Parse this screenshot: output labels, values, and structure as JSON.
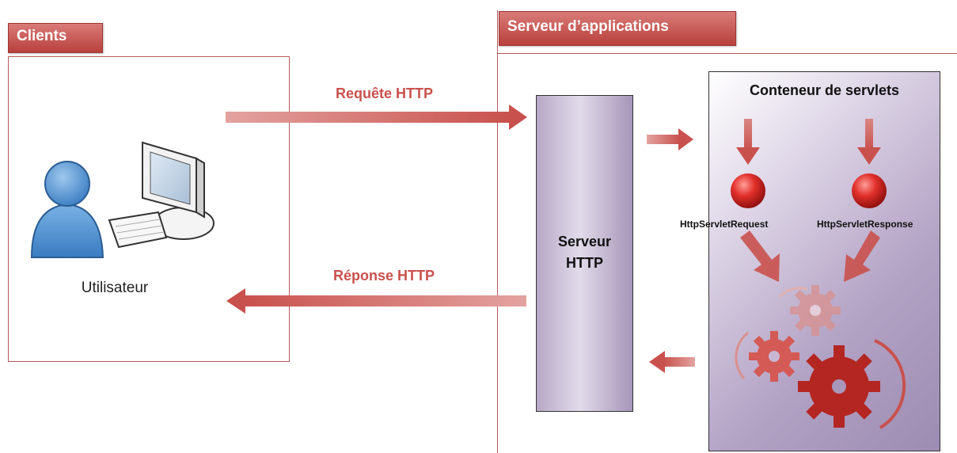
{
  "clients": {
    "tab_label": "Clients",
    "user_label": "Utilisateur"
  },
  "server": {
    "tab_label": "Serveur d’applications"
  },
  "arrows": {
    "request_label": "Requête HTTP",
    "response_label": "Réponse HTTP"
  },
  "http_server": {
    "line1": "Serveur",
    "line2": "HTTP"
  },
  "servlet_container": {
    "title": "Conteneur de servlets",
    "request_object": "HttpServletRequest",
    "response_object": "HttpServletResponse"
  },
  "colors": {
    "accent": "#c9514d",
    "tab": "#c55451",
    "box_purple": "#b2a2c4"
  }
}
